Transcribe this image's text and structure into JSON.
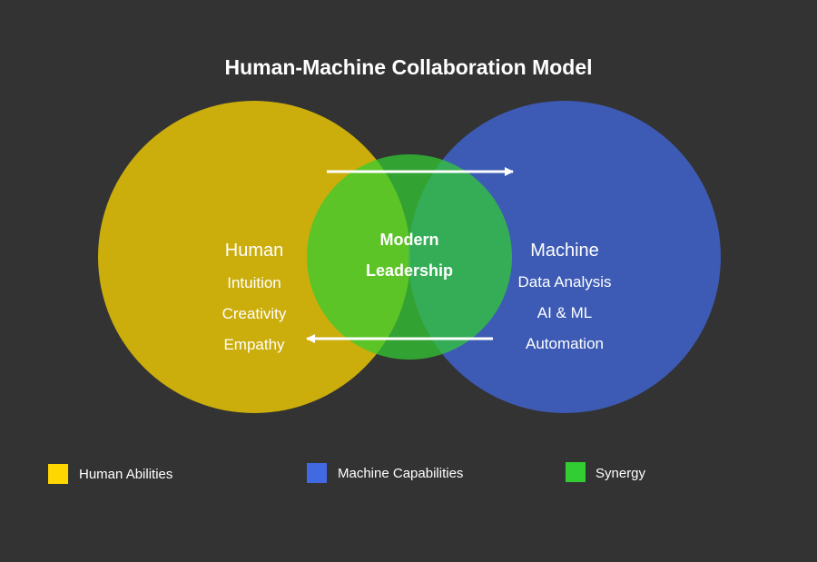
{
  "title": "Human-Machine Collaboration Model",
  "colors": {
    "background": "#333333",
    "human": "#ffd700",
    "machine": "#4169e1",
    "synergy": "#32cd32",
    "text": "#ffffff"
  },
  "human": {
    "heading": "Human",
    "items": [
      "Intuition",
      "Creativity",
      "Empathy"
    ]
  },
  "machine": {
    "heading": "Machine",
    "items": [
      "Data Analysis",
      "AI & ML",
      "Automation"
    ]
  },
  "center": {
    "line1": "Modern",
    "line2": "Leadership"
  },
  "legend": [
    {
      "label": "Human Abilities",
      "color": "#ffd700"
    },
    {
      "label": "Machine Capabilities",
      "color": "#4169e1"
    },
    {
      "label": "Synergy",
      "color": "#32cd32"
    }
  ]
}
